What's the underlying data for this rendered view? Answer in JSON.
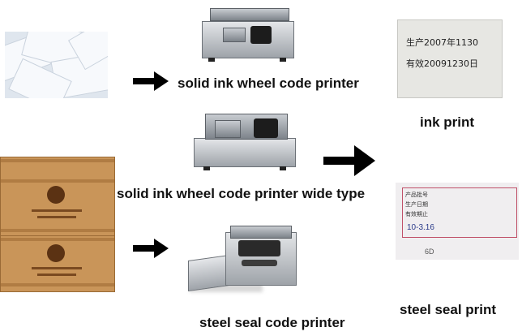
{
  "labels": {
    "solid_ink": "solid ink wheel code printer",
    "wide_type": "solid ink wheel code printer wide type",
    "steel_seal": "steel seal code printer",
    "ink_print": "ink print",
    "steel_seal_print": "steel seal print"
  },
  "ink_print_sample": {
    "line1": "生产2007年1130",
    "line2": "有效20091230日"
  },
  "seal_print_sample": {
    "row1": "产品批号",
    "row2": "生产日期",
    "row3": "有效期止",
    "handwritten": "10-3.16",
    "bottom_mark": "6D"
  },
  "colors": {
    "arrow": "#000000",
    "carton": "#c99559",
    "machine_steel": "#b9bdc2"
  }
}
